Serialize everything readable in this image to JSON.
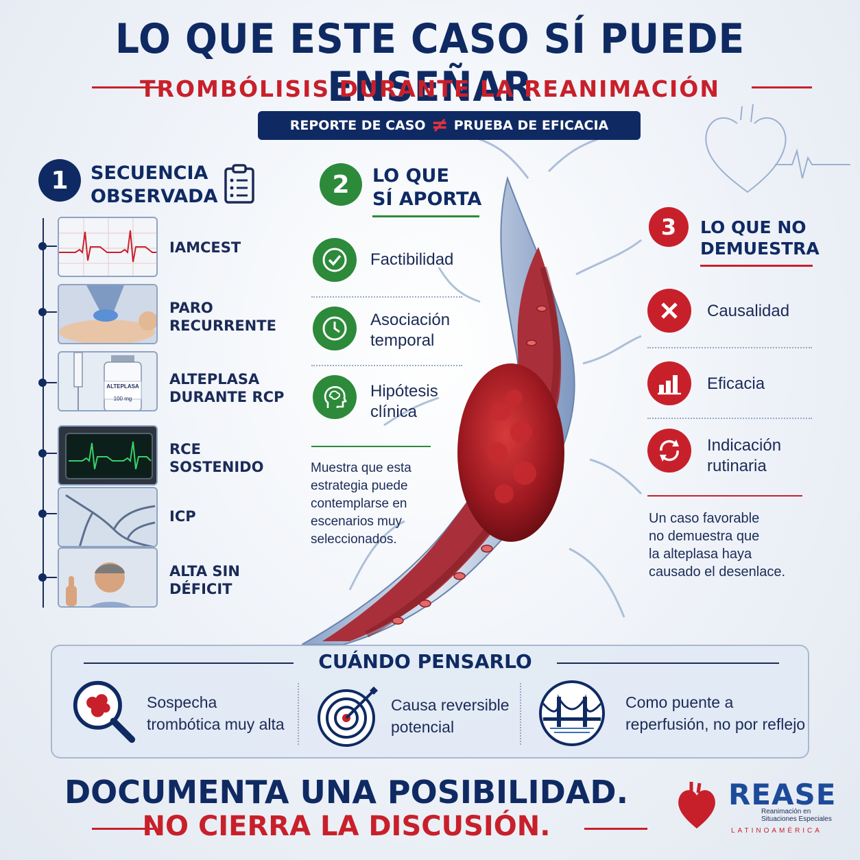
{
  "header": {
    "title": "LO QUE ESTE CASO SÍ PUEDE ENSEÑAR",
    "subtitle": "TROMBÓLISIS DURANTE LA REANIMACIÓN",
    "badge_left": "REPORTE DE CASO",
    "badge_symbol": "≠",
    "badge_right": "PRUEBA DE EFICACIA"
  },
  "section1": {
    "number": "1",
    "title_line1": "SECUENCIA",
    "title_line2": "OBSERVADA",
    "steps": [
      {
        "line1": "IAMCEST",
        "line2": ""
      },
      {
        "line1": "PARO",
        "line2": "RECURRENTE"
      },
      {
        "line1": "ALTEPLASA",
        "line2": "DURANTE RCP"
      },
      {
        "line1": "RCE",
        "line2": "SOSTENIDO"
      },
      {
        "line1": "ICP",
        "line2": ""
      },
      {
        "line1": "ALTA SIN",
        "line2": "DÉFICIT"
      }
    ],
    "vial_label": "ALTEPLASA",
    "vial_dose": "100 mg"
  },
  "section2": {
    "number": "2",
    "title_line1": "LO QUE",
    "title_line2": "SÍ APORTA",
    "items": [
      {
        "line1": "Factibilidad",
        "line2": "",
        "icon": "check-icon"
      },
      {
        "line1": "Asociación",
        "line2": "temporal",
        "icon": "clock-icon"
      },
      {
        "line1": "Hipótesis",
        "line2": "clínica",
        "icon": "brain-head-icon"
      }
    ],
    "note_lines": [
      "Muestra que esta",
      "estrategia puede",
      "contemplarse en",
      "escenarios muy",
      "seleccionados."
    ]
  },
  "section3": {
    "number": "3",
    "title_line1": "LO QUE NO",
    "title_line2": "DEMUESTRA",
    "items": [
      {
        "line1": "Causalidad",
        "line2": "",
        "icon": "x-icon"
      },
      {
        "line1": "Eficacia",
        "line2": "",
        "icon": "bar-chart-icon"
      },
      {
        "line1": "Indicación",
        "line2": "rutinaria",
        "icon": "cycle-icon"
      }
    ],
    "note_lines": [
      "Un caso favorable",
      "no demuestra que",
      "la alteplasa haya",
      "causado el desenlace."
    ]
  },
  "when": {
    "title": "CUÁNDO PENSARLO",
    "items": [
      {
        "line1": "Sospecha",
        "line2": "trombótica muy alta",
        "icon": "magnifier-clot-icon"
      },
      {
        "line1": "Causa reversible",
        "line2": "potencial",
        "icon": "target-icon"
      },
      {
        "line1": "Como puente a",
        "line2": "reperfusión, no por reflejo",
        "icon": "bridge-icon"
      }
    ]
  },
  "footer": {
    "line1": "DOCUMENTA UNA POSIBILIDAD.",
    "line2": "NO CIERRA LA DISCUSIÓN."
  },
  "logo": {
    "name": "REASE",
    "sub1": "Reanimación en",
    "sub2": "Situaciones Especiales",
    "region": "LATINOAMÉRICA"
  },
  "colors": {
    "navy": "#0f2a63",
    "red": "#c8202b",
    "green": "#2c8a3a"
  }
}
